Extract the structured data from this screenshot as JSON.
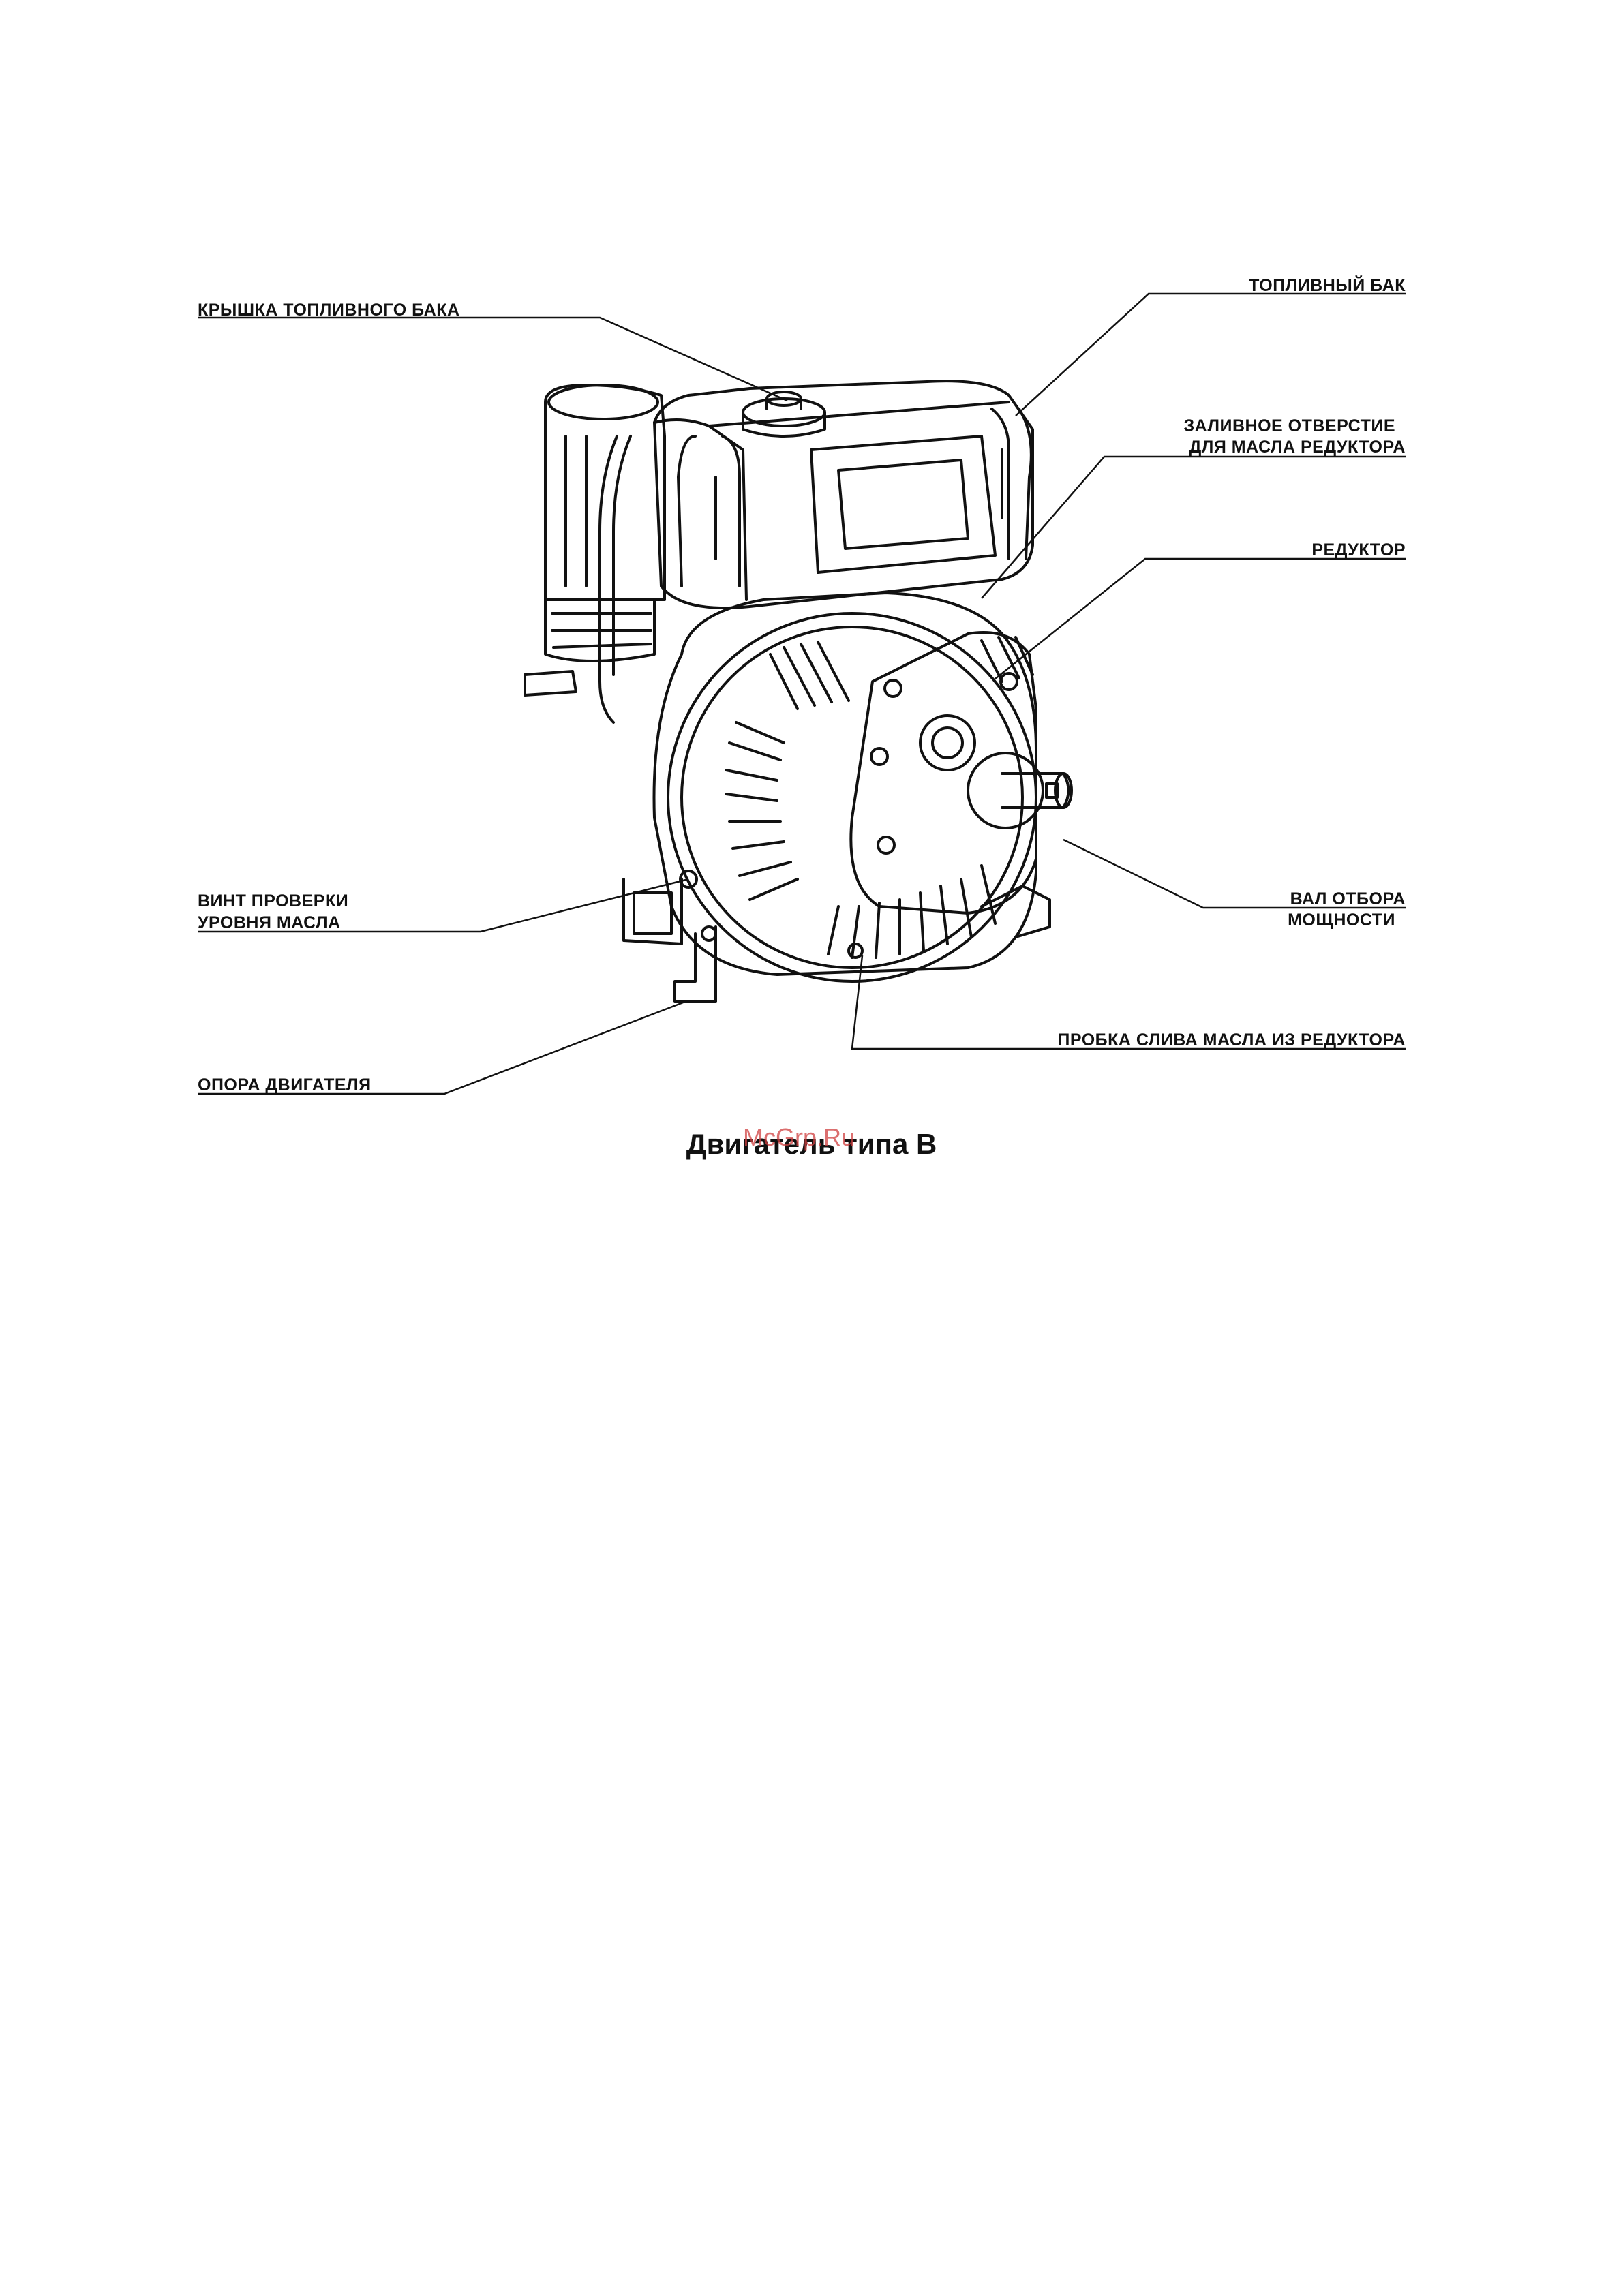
{
  "labels": {
    "fuel_cap": "КРЫШКА ТОПЛИВНОГО БАКА",
    "fuel_tank": "ТОПЛИВНЫЙ БАК",
    "gearbox_oil_fill_1": "ЗАЛИВНОЕ ОТВЕРСТИЕ",
    "gearbox_oil_fill_2": "ДЛЯ МАСЛА РЕДУКТОРА",
    "gearbox": "РЕДУКТОР",
    "oil_check_1": "ВИНТ ПРОВЕРКИ",
    "oil_check_2": "УРОВНЯ МАСЛА",
    "pto_shaft_1": "ВАЛ ОТБОРА",
    "pto_shaft_2": "МОЩНОСТИ",
    "drain_plug": "ПРОБКА СЛИВА МАСЛА ИЗ РЕДУКТОРА",
    "engine_mount": "ОПОРА ДВИГАТЕЛЯ"
  },
  "caption": "Двигатель типа В",
  "watermark": "McGrp.Ru"
}
